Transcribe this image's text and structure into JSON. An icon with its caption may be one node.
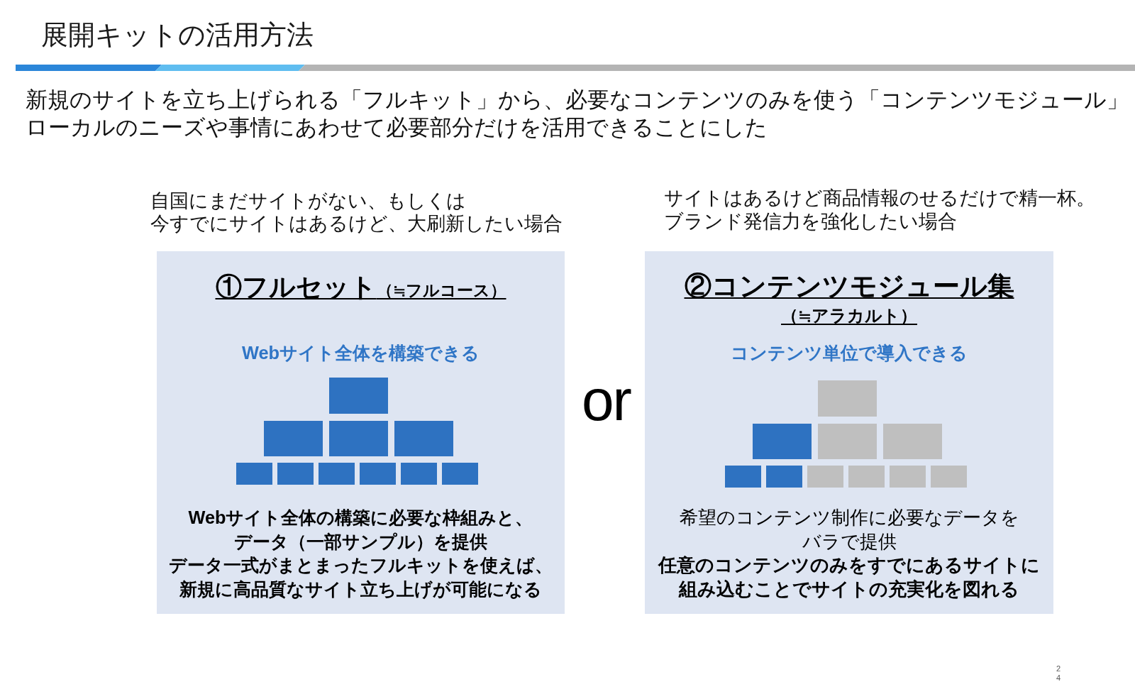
{
  "diagram": {
    "title": "展開キットの活用方法",
    "nodes": [
      {
        "text": [
          "①フルセット",
          "（≒フルコース）",
          "Webサイト全体を構築できる",
          "Webサイト全体の構築に必要な枠組みと、データ（一部サンプル）を提供",
          "データ一式がまとまったフルキットを使えば、新規に高品質なサイト立ち上げが可能になる"
        ],
        "beside": [
          "自国にまだサイトがない、もしくは",
          "今すでにサイトはあるけど、大刷新したい場合"
        ]
      },
      {
        "text": [
          "②コンテンツモジュール集",
          "（≒アラカルト）",
          "コンテンツ単位で導入できる",
          "希望のコンテンツ制作に必要なデータをバラで提供",
          "任意のコンテンツのみをすでにあるサイトに組み込むことでサイトの充実化を図れる"
        ],
        "beside": [
          "サイトはあるけど商品情報のせるだけで精一杯。",
          "ブランド発信力を強化したい場合"
        ]
      }
    ],
    "labels": [
      "新規のサイトを立ち上げられる「フルキット」から、必要なコンテンツのみを使う「コンテンツモジュール」ローカルのニーズや事情にあわせて必要部分だけを活用できることにした",
      "or",
      "24"
    ]
  }
}
